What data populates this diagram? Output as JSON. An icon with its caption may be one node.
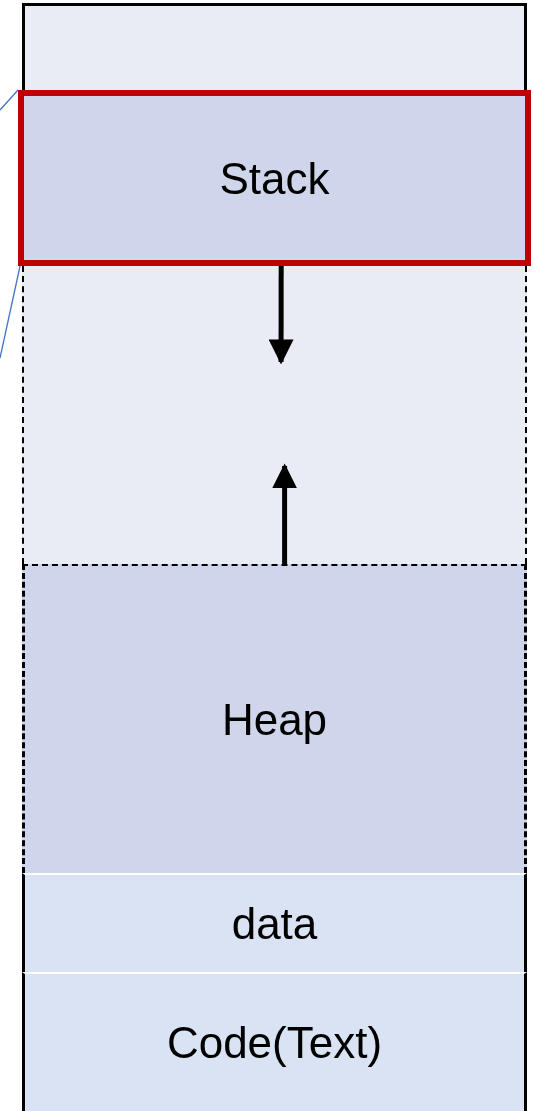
{
  "diagram": {
    "nodes": [
      {
        "text": [],
        "shape": "box"
      },
      {
        "text": [
          "Stack"
        ]
      },
      {
        "text": [],
        "shape": "box"
      },
      {
        "text": [
          "Heap"
        ]
      },
      {
        "text": [
          "data"
        ]
      },
      {
        "text": [
          "Code(Text)"
        ]
      }
    ],
    "edges": [
      {
        "from": 1,
        "to": 2,
        "arrow": "to",
        "style": "thick"
      },
      {
        "from": 3,
        "to": 2,
        "arrow": "to",
        "style": "thick"
      },
      {
        "from": null,
        "to": 1,
        "arrow": "none",
        "color": "#4472c4"
      },
      {
        "from": null,
        "to": 1,
        "arrow": "none",
        "color": "#4472c4"
      }
    ]
  }
}
